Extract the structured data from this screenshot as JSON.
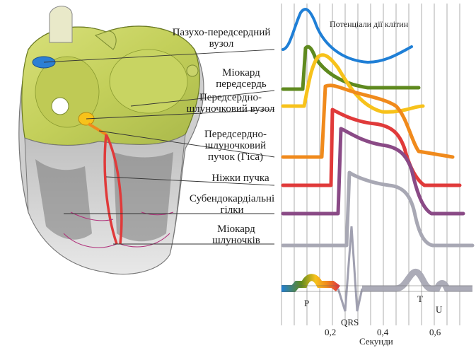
{
  "title": "Потенціали дії клітин",
  "labels": {
    "sa_node": [
      "Пазухо-передсердний",
      "вузол"
    ],
    "atrial_myocardium": [
      "Міокард",
      "передсердь"
    ],
    "av_node": [
      "Передсердно-",
      "шлуночковий вузол"
    ],
    "his_bundle": [
      "Передсердно-",
      "шлуночковий",
      "пучок (Гіса)"
    ],
    "bundle_branches": [
      "Ніжки пучка"
    ],
    "purkinje": [
      "Субендокардіальні",
      "гілки"
    ],
    "ventricular_myocardium": [
      "Міокард",
      "шлуночків"
    ]
  },
  "ecg": {
    "p": "P",
    "qrs": "QRS",
    "t": "T",
    "u": "U"
  },
  "axis": {
    "ticks": [
      "0,2",
      "0,4",
      "0,6"
    ],
    "xlabel": "Секунди"
  },
  "colors": {
    "sa": "#1f7fd6",
    "atrial": "#5f8a1f",
    "av": "#f7c21b",
    "his": "#f08a1c",
    "branches": "#e03a3a",
    "purkinje": "#8a4a86",
    "ventricular": "#a8a8b4"
  }
}
